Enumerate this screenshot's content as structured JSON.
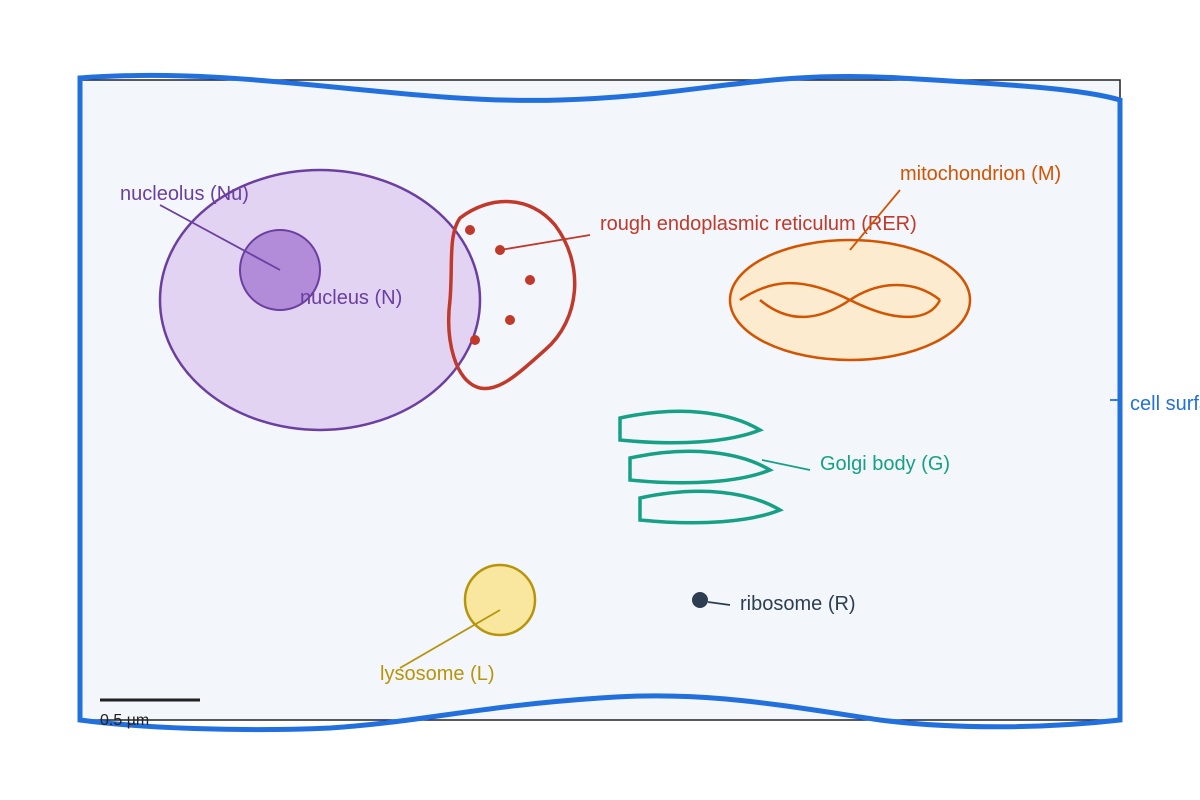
{
  "labels": {
    "nucleolus": "nucleolus (Nu)",
    "nucleus": "nucleus (N)",
    "rer": "rough endoplasmic reticulum (RER)",
    "mitochondrion": "mitochondrion (M)",
    "cell_surface": "cell surface",
    "golgi": "Golgi body (G)",
    "ribosome": "ribosome (R)",
    "lysosome": "lysosome (L)"
  },
  "scale_bar": {
    "label": "0.5 µm"
  },
  "colors": {
    "cell_membrane": "#2270dd",
    "cell_fill": "#f3f6fb",
    "nucleus": "#6b3fa0",
    "nucleus_fill": "#e2d3f3",
    "nucleolus_fill": "#b28bd9",
    "rer": "#c0392b",
    "mitochondrion": "#d35400",
    "mitochondrion_fill": "#fdebd0",
    "golgi": "#16a085",
    "ribosome": "#2c3e50",
    "lysosome": "#b7950b",
    "lysosome_fill": "#f9e79f"
  }
}
